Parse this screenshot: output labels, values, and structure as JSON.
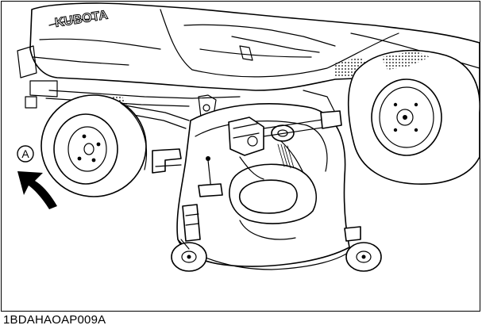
{
  "figure": {
    "callout_label": "A",
    "brand_lettering": "KUBOTA",
    "image_code": "1BDAHAOAP009A"
  },
  "colors": {
    "line": "#000000",
    "background": "#ffffff"
  },
  "icons": {
    "rotation_arrow": "curved-arrow-icon"
  }
}
